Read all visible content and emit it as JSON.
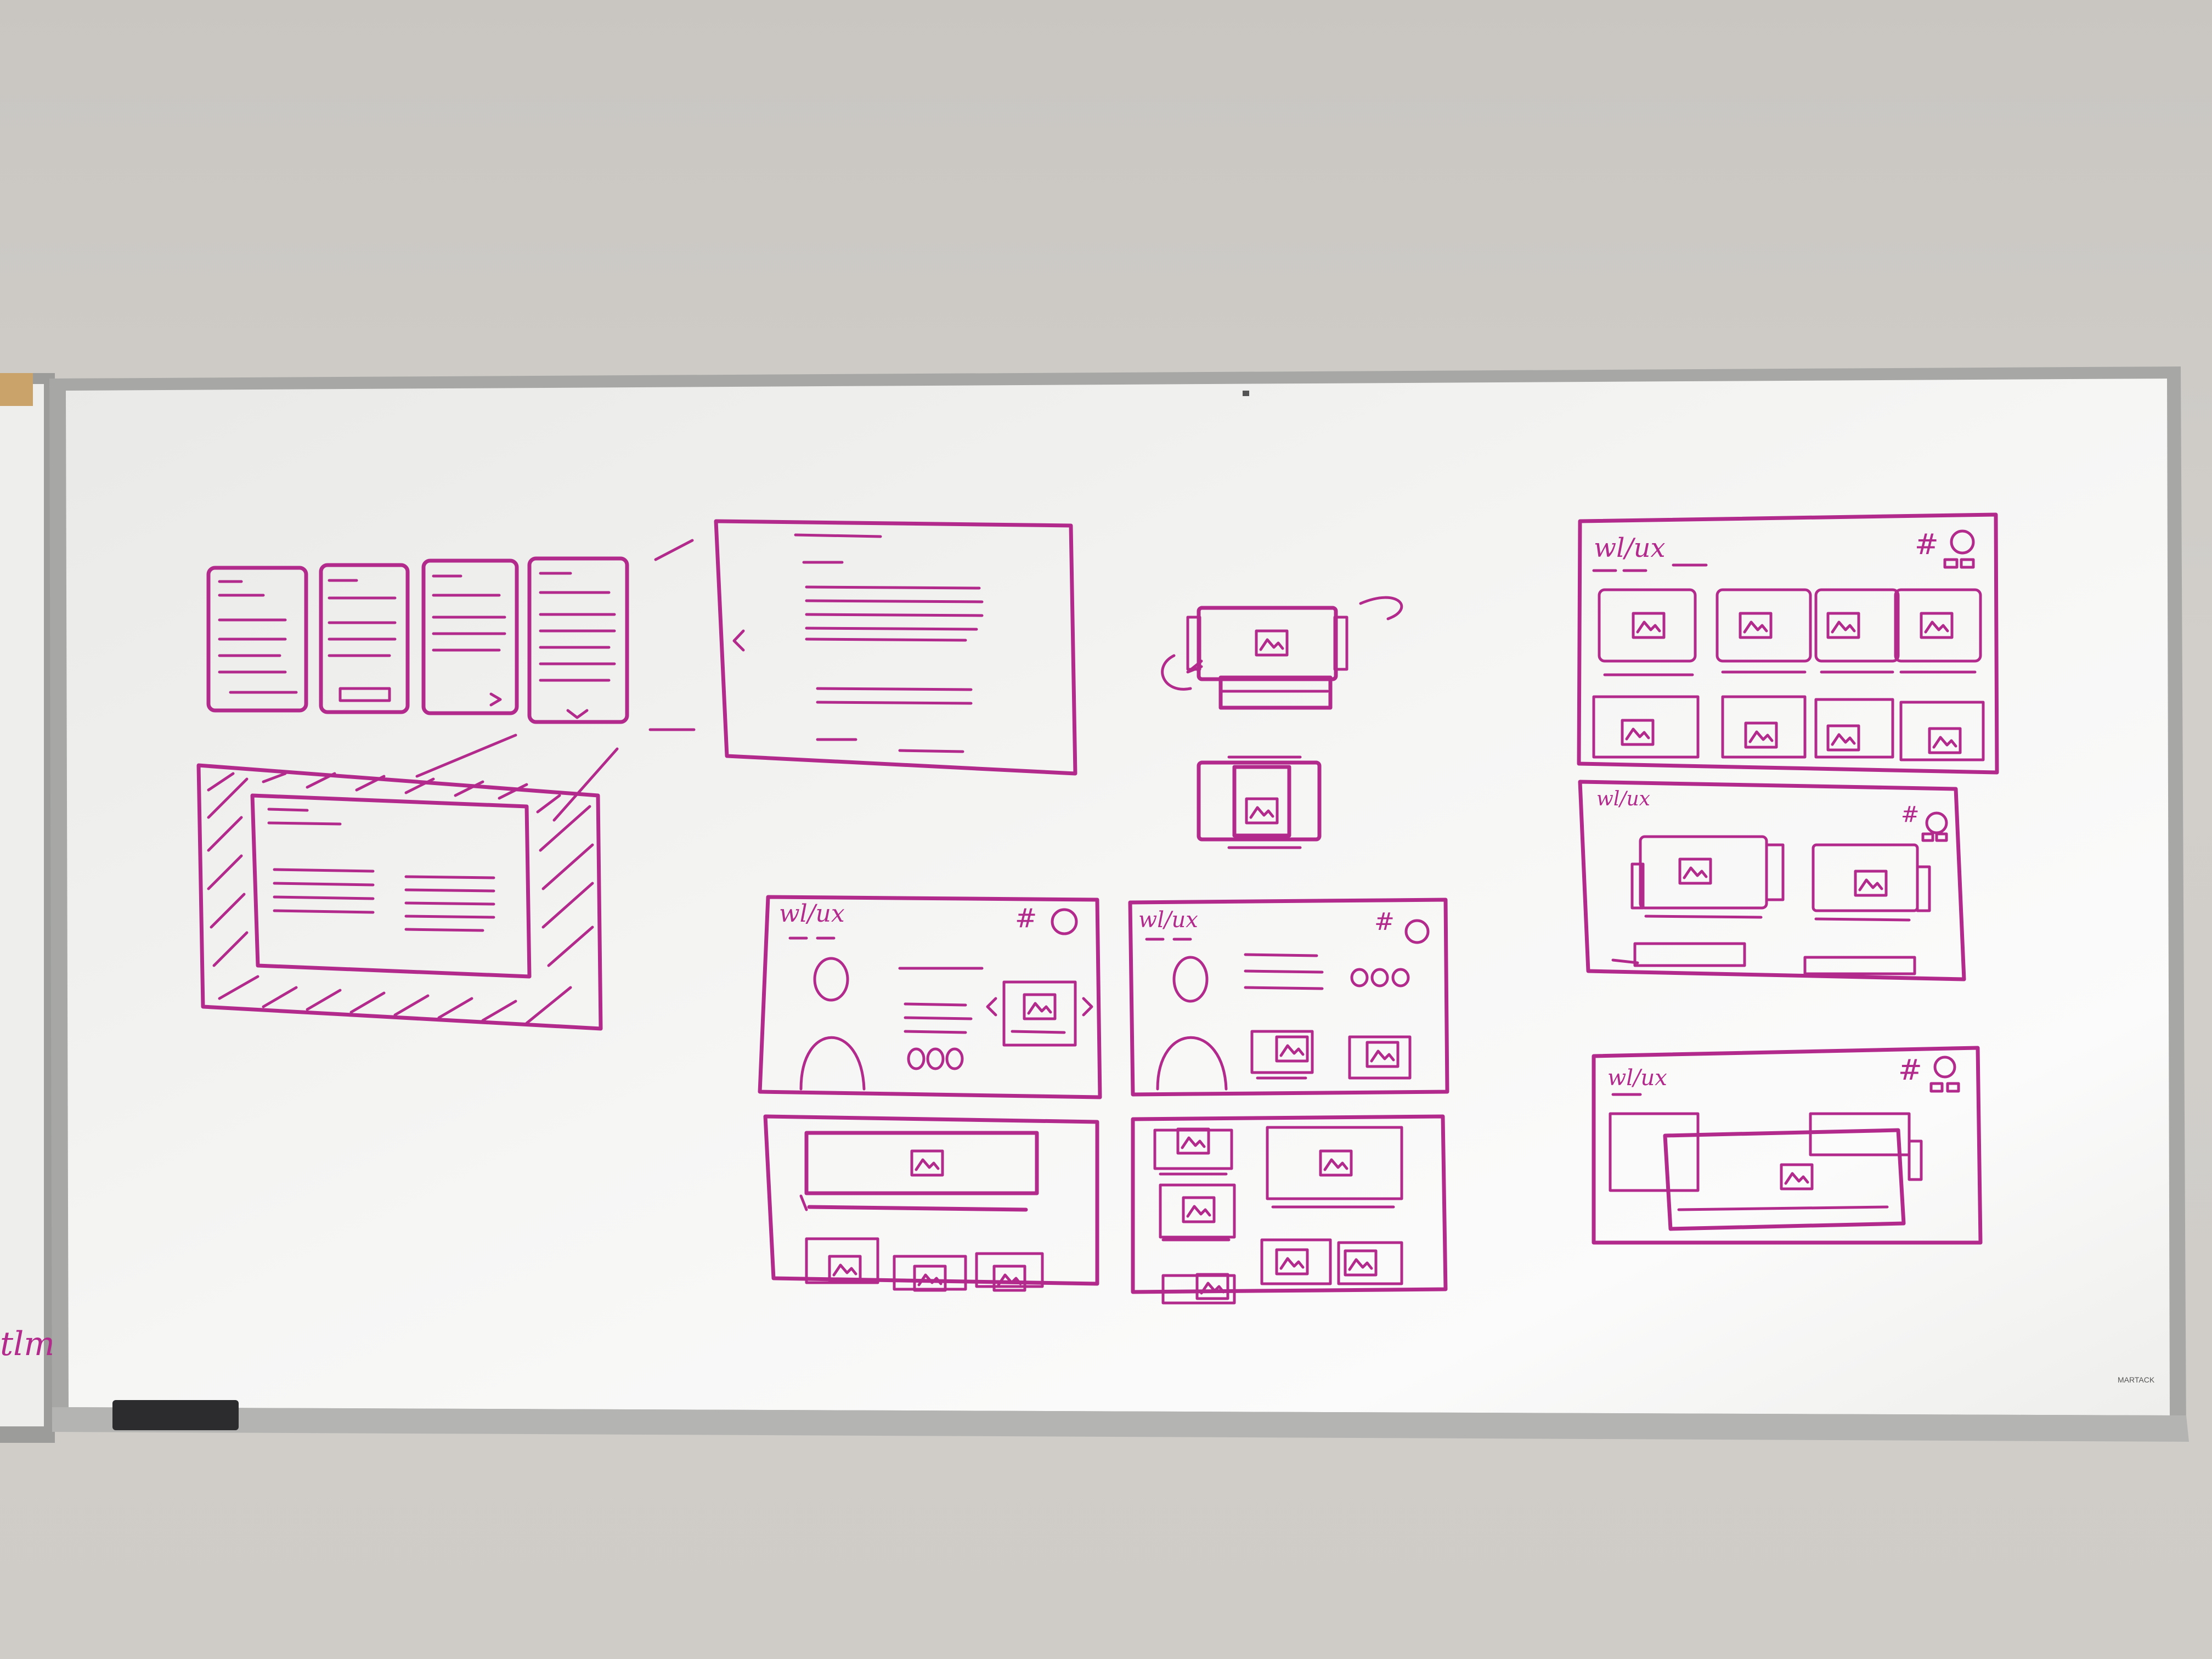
{
  "whiteboard": {
    "sketch_titles": [
      "wl/ux",
      "wl/ux",
      "wl/ux",
      "wl/ux",
      "wl/ux"
    ],
    "header_symbol": "#",
    "left_board_text": "tlm",
    "maker_label": "MARTACK"
  },
  "colors": {
    "marker": "#b22b8c",
    "board": "#f4f4f3",
    "wall": "#cfccc8",
    "frame": "#a9aaa8",
    "eraser": "#2c2c2e"
  }
}
